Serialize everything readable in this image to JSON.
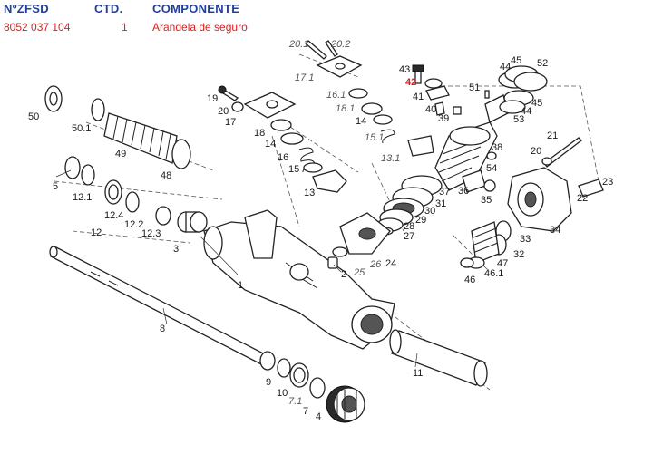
{
  "header": {
    "col_part_no": "NºZFSD",
    "col_qty": "CTD.",
    "col_component": "COMPONENTE"
  },
  "selected": {
    "part_no": "8052 037 104",
    "qty": "1",
    "component": "Arandela de seguro"
  },
  "colors": {
    "header": "#1f3f9e",
    "selected": "#e01e1e"
  },
  "callouts": [
    {
      "id": "c-1",
      "text": "1"
    },
    {
      "id": "c-2",
      "text": "2"
    },
    {
      "id": "c-3",
      "text": "3"
    },
    {
      "id": "c-4",
      "text": "4"
    },
    {
      "id": "c-5",
      "text": "5"
    },
    {
      "id": "c-7",
      "text": "7"
    },
    {
      "id": "c-7-1",
      "text": "7.1"
    },
    {
      "id": "c-8",
      "text": "8"
    },
    {
      "id": "c-9",
      "text": "9"
    },
    {
      "id": "c-10",
      "text": "10"
    },
    {
      "id": "c-11",
      "text": "11"
    },
    {
      "id": "c-12",
      "text": "12"
    },
    {
      "id": "c-12-1",
      "text": "12.1"
    },
    {
      "id": "c-12-2",
      "text": "12.2"
    },
    {
      "id": "c-12-3",
      "text": "12.3"
    },
    {
      "id": "c-12-4",
      "text": "12.4"
    },
    {
      "id": "c-13",
      "text": "13"
    },
    {
      "id": "c-13-1",
      "text": "13.1"
    },
    {
      "id": "c-14a",
      "text": "14"
    },
    {
      "id": "c-14b",
      "text": "14"
    },
    {
      "id": "c-15",
      "text": "15"
    },
    {
      "id": "c-15-1",
      "text": "15.1"
    },
    {
      "id": "c-16",
      "text": "16"
    },
    {
      "id": "c-16-1",
      "text": "16.1"
    },
    {
      "id": "c-17",
      "text": "17"
    },
    {
      "id": "c-17-1",
      "text": "17.1"
    },
    {
      "id": "c-18",
      "text": "18"
    },
    {
      "id": "c-18-1",
      "text": "18.1"
    },
    {
      "id": "c-19",
      "text": "19"
    },
    {
      "id": "c-20a",
      "text": "20"
    },
    {
      "id": "c-20b",
      "text": "20"
    },
    {
      "id": "c-20-1",
      "text": "20.1"
    },
    {
      "id": "c-20-2",
      "text": "20.2"
    },
    {
      "id": "c-21",
      "text": "21"
    },
    {
      "id": "c-22",
      "text": "22"
    },
    {
      "id": "c-23",
      "text": "23"
    },
    {
      "id": "c-24",
      "text": "24"
    },
    {
      "id": "c-25",
      "text": "25"
    },
    {
      "id": "c-26",
      "text": "26"
    },
    {
      "id": "c-27",
      "text": "27"
    },
    {
      "id": "c-28",
      "text": "28"
    },
    {
      "id": "c-29",
      "text": "29"
    },
    {
      "id": "c-30",
      "text": "30"
    },
    {
      "id": "c-31",
      "text": "31"
    },
    {
      "id": "c-32",
      "text": "32"
    },
    {
      "id": "c-33",
      "text": "33"
    },
    {
      "id": "c-34",
      "text": "34"
    },
    {
      "id": "c-35",
      "text": "35"
    },
    {
      "id": "c-36",
      "text": "36"
    },
    {
      "id": "c-37",
      "text": "37"
    },
    {
      "id": "c-38",
      "text": "38"
    },
    {
      "id": "c-39",
      "text": "39"
    },
    {
      "id": "c-40",
      "text": "40"
    },
    {
      "id": "c-41",
      "text": "41"
    },
    {
      "id": "c-42",
      "text": "42"
    },
    {
      "id": "c-43",
      "text": "43"
    },
    {
      "id": "c-44a",
      "text": "44"
    },
    {
      "id": "c-44b",
      "text": "44"
    },
    {
      "id": "c-45a",
      "text": "45"
    },
    {
      "id": "c-45b",
      "text": "45"
    },
    {
      "id": "c-46",
      "text": "46"
    },
    {
      "id": "c-46-1",
      "text": "46.1"
    },
    {
      "id": "c-47",
      "text": "47"
    },
    {
      "id": "c-48",
      "text": "48"
    },
    {
      "id": "c-49",
      "text": "49"
    },
    {
      "id": "c-50",
      "text": "50"
    },
    {
      "id": "c-50-1",
      "text": "50.1"
    },
    {
      "id": "c-51",
      "text": "51"
    },
    {
      "id": "c-52",
      "text": "52"
    },
    {
      "id": "c-53",
      "text": "53"
    },
    {
      "id": "c-54",
      "text": "54"
    }
  ]
}
